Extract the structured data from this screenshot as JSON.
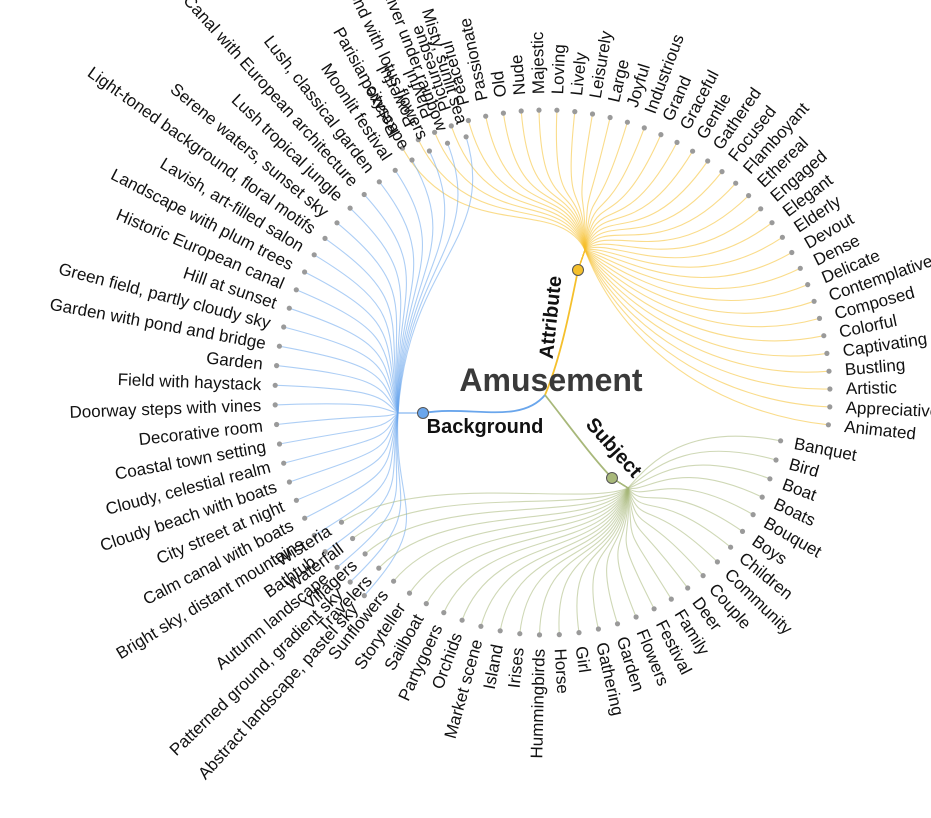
{
  "root": {
    "label": "Amusement"
  },
  "branches": [
    {
      "key": "attribute",
      "label": "Attribute",
      "color": "#f5c02c",
      "leaves": [
        "Relaxed",
        "Powerful",
        "Playful",
        "Picturesque",
        "Peaceful",
        "Passionate",
        "Old",
        "Nude",
        "Majestic",
        "Loving",
        "Lively",
        "Leisurely",
        "Large",
        "Joyful",
        "Industrious",
        "Grand",
        "Graceful",
        "Gentle",
        "Gathered",
        "Focused",
        "Flamboyant",
        "Ethereal",
        "Engaged",
        "Elegant",
        "Elderly",
        "Devout",
        "Dense",
        "Delicate",
        "Contemplative",
        "Composed",
        "Colorful",
        "Captivating",
        "Bustling",
        "Artistic",
        "Appreciative",
        "Animated"
      ]
    },
    {
      "key": "background",
      "label": "Background",
      "color": "#6aa6ec",
      "leaves": [
        "Abstract landscape, pastel sky",
        "Patterned ground, gradient sky",
        "Autumn landscape",
        "Bathtub",
        "Bright sky, distant mountains",
        "Calm canal with boats",
        "City street at night",
        "Cloudy beach with boats",
        "Cloudy, celestial realm",
        "Coastal town setting",
        "Decorative room",
        "Doorway steps with vines",
        "Field with haystack",
        "Garden",
        "Garden with pond and bridge",
        "Green field, partly cloudy sky",
        "Hill at sunset",
        "Historic European canal",
        "Landscape with plum trees",
        "Lavish, art-filled salon",
        "Light-toned background, floral motifs",
        "Serene waters, sunset sky",
        "Lush tropical jungle",
        "Canal with European architecture",
        "Lush, classical garden",
        "Moonlit festival",
        "Parisian cityscape",
        "Pond with lotus flowers",
        "River under rainbow",
        "Misty, sunlit sea"
      ]
    },
    {
      "key": "subject",
      "label": "Subject",
      "color": "#a8b87a",
      "leaves": [
        "Banquet",
        "Bird",
        "Boat",
        "Boats",
        "Bouquet",
        "Boys",
        "Children",
        "Community",
        "Couple",
        "Deer",
        "Family",
        "Festival",
        "Flowers",
        "Garden",
        "Gathering",
        "Girl",
        "Horse",
        "Hummingbirds",
        "Irises",
        "Island",
        "Market scene",
        "Orchids",
        "Partygoers",
        "Sailboat",
        "Storyteller",
        "Sunflowers",
        "Travelers",
        "Villagers",
        "Waterfall",
        "Wisteria"
      ]
    }
  ]
}
